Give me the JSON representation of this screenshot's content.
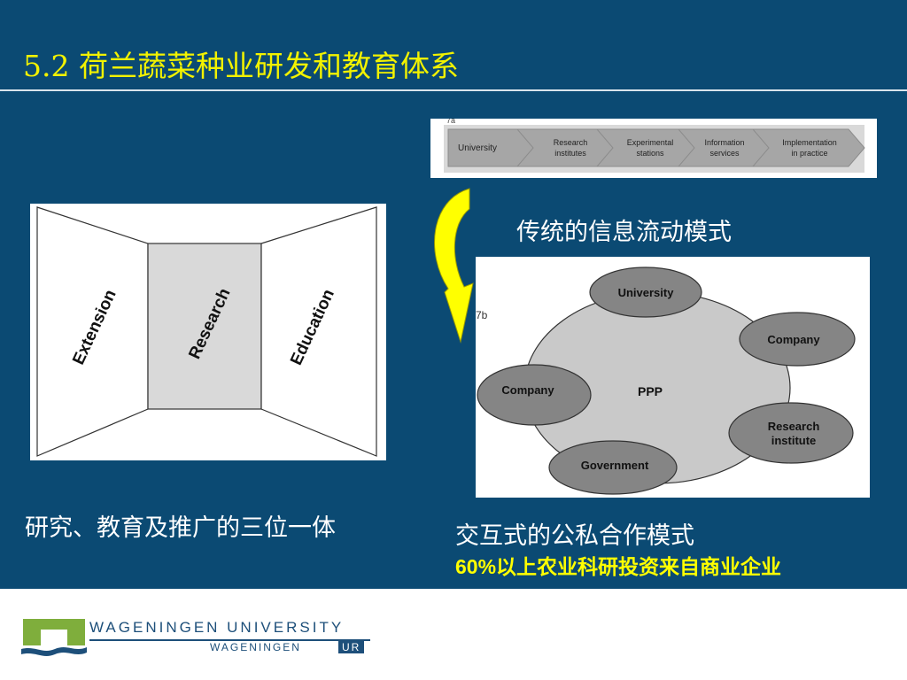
{
  "slide": {
    "title": "5.2 荷兰蔬菜种业研发和教育体系"
  },
  "chain_figure": {
    "corner_label": "7a",
    "steps": [
      {
        "label_line1": "University",
        "label_line2": ""
      },
      {
        "label_line1": "Research",
        "label_line2": "institutes"
      },
      {
        "label_line1": "Experimental",
        "label_line2": "stations"
      },
      {
        "label_line1": "Information",
        "label_line2": "services"
      },
      {
        "label_line1": "Implementation",
        "label_line2": "in practice"
      }
    ],
    "caption": "传统的信息流动模式"
  },
  "room_figure": {
    "left_wall": "Extension",
    "center_wall": "Research",
    "right_wall": "Education",
    "caption": "研究、教育及推广的三位一体"
  },
  "ppp_figure": {
    "corner_label": "7b",
    "center": "PPP",
    "nodes": {
      "top": "University",
      "right": "Company",
      "left": "Company",
      "lower_right_line1": "Research",
      "lower_right_line2": "institute",
      "bottom": "Government"
    },
    "caption": "交互式的公私合作模式",
    "highlight": "60%以上农业科研投资来自商业企业"
  },
  "footer": {
    "university_name": "WAGENINGEN UNIVERSITY",
    "ur_prefix": "WAGENINGEN",
    "ur_suffix": "UR"
  },
  "colors": {
    "background": "#0b4a73",
    "title": "#f2f200",
    "highlight": "#ffff00",
    "arrow": "#ffff00",
    "logo_green": "#7fae3c",
    "logo_blue": "#1d4f7a"
  }
}
